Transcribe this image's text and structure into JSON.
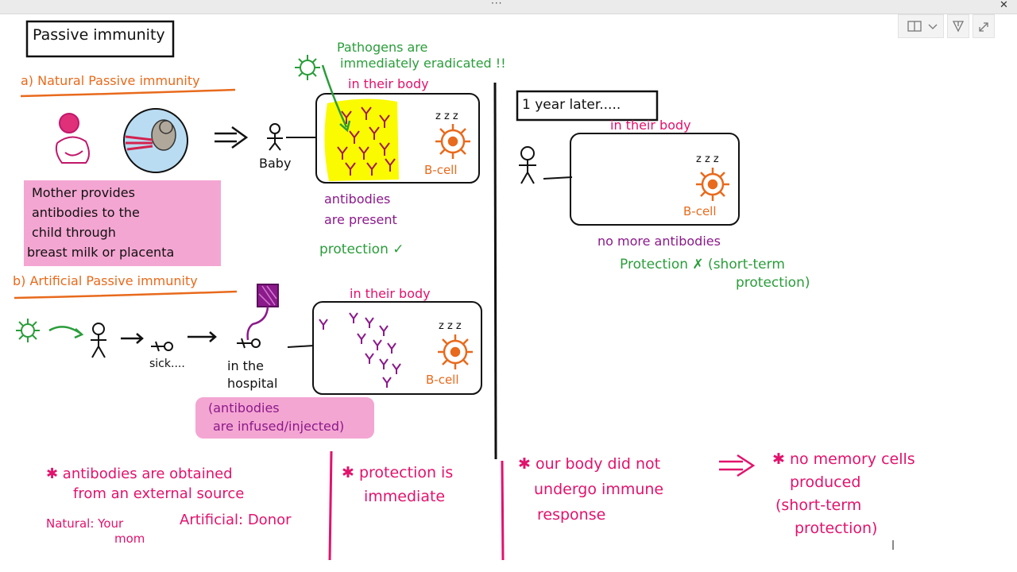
{
  "toolbar": {
    "more": "···",
    "close": "✕"
  },
  "title": "Passive immunity",
  "natural": {
    "heading": "a) Natural Passive immunity",
    "note_lines": [
      "Mother provides",
      "antibodies to the",
      "child through",
      "breast milk or placenta"
    ],
    "baby": "Baby",
    "pathogens_lines": [
      "Pathogens are",
      "immediately eradicated !!"
    ],
    "in_body": "in their body",
    "bcell": "B-cell",
    "antibodies_lines": [
      "antibodies",
      "are present"
    ],
    "protection": "protection ✓"
  },
  "later": {
    "heading": "1 year later.....",
    "in_body": "in their body",
    "bcell": "B-cell",
    "no_antibodies": "no more antibodies",
    "protection_lines": [
      "Protection ✗ (short-term",
      "protection)"
    ]
  },
  "artificial": {
    "heading": "b) Artificial Passive immunity",
    "sick": "sick....",
    "hospital_lines": [
      "in the",
      "hospital"
    ],
    "note_lines": [
      "(antibodies",
      "are infused/injected)"
    ],
    "in_body": "in their body",
    "bcell": "B-cell"
  },
  "summary": {
    "col1_lines": [
      "✱ antibodies are obtained",
      "from an external source"
    ],
    "natural": "Natural: Your",
    "natural2": "mom",
    "artificial": "Artificial: Donor",
    "col2_lines": [
      "✱ protection is",
      "immediate"
    ],
    "col3_lines": [
      "✱ our body did not",
      "undergo immune",
      "response"
    ],
    "col4_lines": [
      "✱ no memory cells",
      "produced",
      "(short-term",
      "protection)"
    ]
  },
  "colors": {
    "pink": "#e2126c",
    "orange": "#e86a1c",
    "green": "#2a9d3a",
    "purple": "#8b1a8b",
    "yellow": "#fafa00",
    "note_bg": "#f4a6d2",
    "fetus_bg": "#b9dcf2"
  }
}
